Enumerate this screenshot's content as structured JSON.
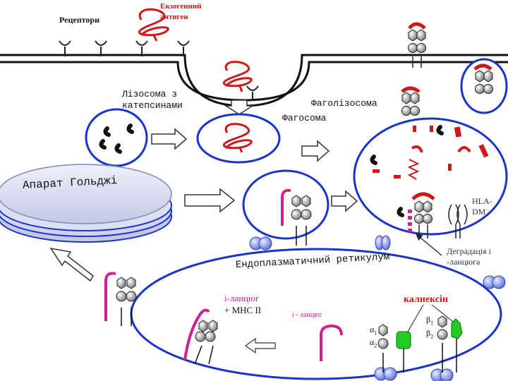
{
  "labels": {
    "receptors": "Рецептори",
    "exogenous_antigen_line1": "Екзогенний",
    "exogenous_antigen_line2": "антиген",
    "lysosome_line1": "Лізосома з",
    "lysosome_line2": "катепсинами",
    "phagolysosome": "Фаголізосома",
    "phagosome": "Фагосома",
    "golgi": "Апарат Гольджі",
    "hla_dm_line1": "HLA-",
    "hla_dm_line2": "DM",
    "degradation_line1": "Деградація і",
    "degradation_line2": "-ланцюга",
    "er": "Ендоплазматичний ретикулум",
    "i_chain_mhc_line1": "і-ланцюг",
    "i_chain_mhc_line2": "+ МНС ІІ",
    "i_chain": "і - ланцюг",
    "calnexin": "калнексін",
    "alpha1": "α",
    "alpha1_sub": "1",
    "alpha2": "α",
    "alpha2_sub": "2",
    "beta1": "β",
    "beta1_sub": "1",
    "beta2": "β",
    "beta2_sub": "2"
  },
  "colors": {
    "membrane": "#1a33c8",
    "antigen": "#cc1a1a",
    "i_chain": "#d01f8f",
    "mhc_bead": "#888888",
    "calnexin": "#22cc22",
    "golgi_fill": "#d8d8ee",
    "label_red": "#cc1a1a"
  }
}
